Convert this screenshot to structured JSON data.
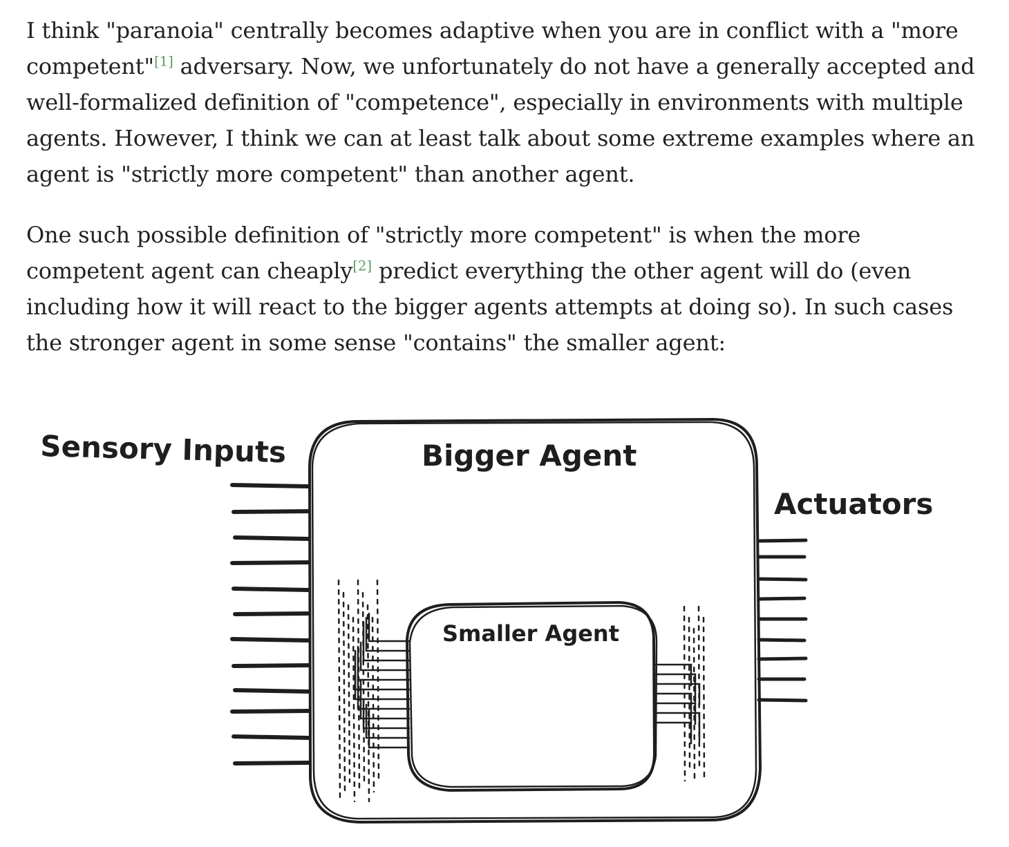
{
  "article": {
    "p1": {
      "before_fn1": "I think \"paranoia\" centrally becomes adaptive when you are in conflict with a \"more competent\"",
      "fn1": "[1]",
      "after_fn1": " adversary. Now, we unfortunately do not have a generally accepted and well-formalized definition of \"competence\", especially in environments with multiple agents. However, I think we can at least talk about some extreme examples where an agent is \"strictly more competent\" than another agent."
    },
    "p2": {
      "before_fn2": "One such possible definition of \"strictly more competent\" is when the more competent agent can cheaply",
      "fn2": "[2]",
      "after_fn2": " predict everything the other agent will do (even including how it will react to the bigger agents attempts at doing so). In such cases the stronger agent in some sense \"contains\" the smaller agent:"
    }
  },
  "diagram": {
    "label_sensory_inputs": "Sensory Inputs",
    "label_bigger_agent": "Bigger Agent",
    "label_actuators": "Actuators",
    "label_smaller_agent": "Smaller Agent",
    "stroke_color": "#1e1e1e"
  },
  "colors": {
    "text": "#222222",
    "footnote_link": "#5f9b65",
    "background": "#ffffff"
  }
}
